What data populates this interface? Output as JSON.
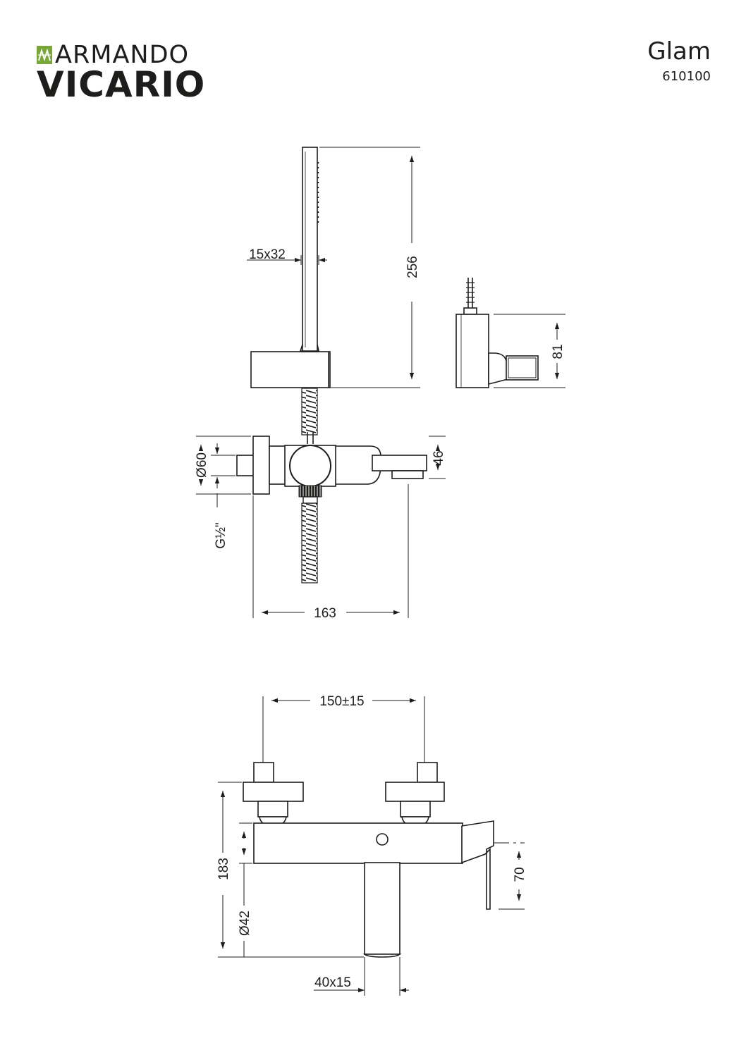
{
  "brand": {
    "line1": "ARMANDO",
    "line2": "VICARIO"
  },
  "product": {
    "name": "Glam",
    "code": "610100"
  },
  "dims": {
    "handle": "15x32",
    "h256": "256",
    "h81": "81",
    "d60": "Ø60",
    "d46": "46",
    "g12": "G½\"",
    "w163": "163",
    "w150": "150±15",
    "h183": "183",
    "h70": "70",
    "d42": "Ø42",
    "w40": "40x15"
  },
  "colors": {
    "line": "#1d1d1b",
    "background": "#ffffff"
  }
}
